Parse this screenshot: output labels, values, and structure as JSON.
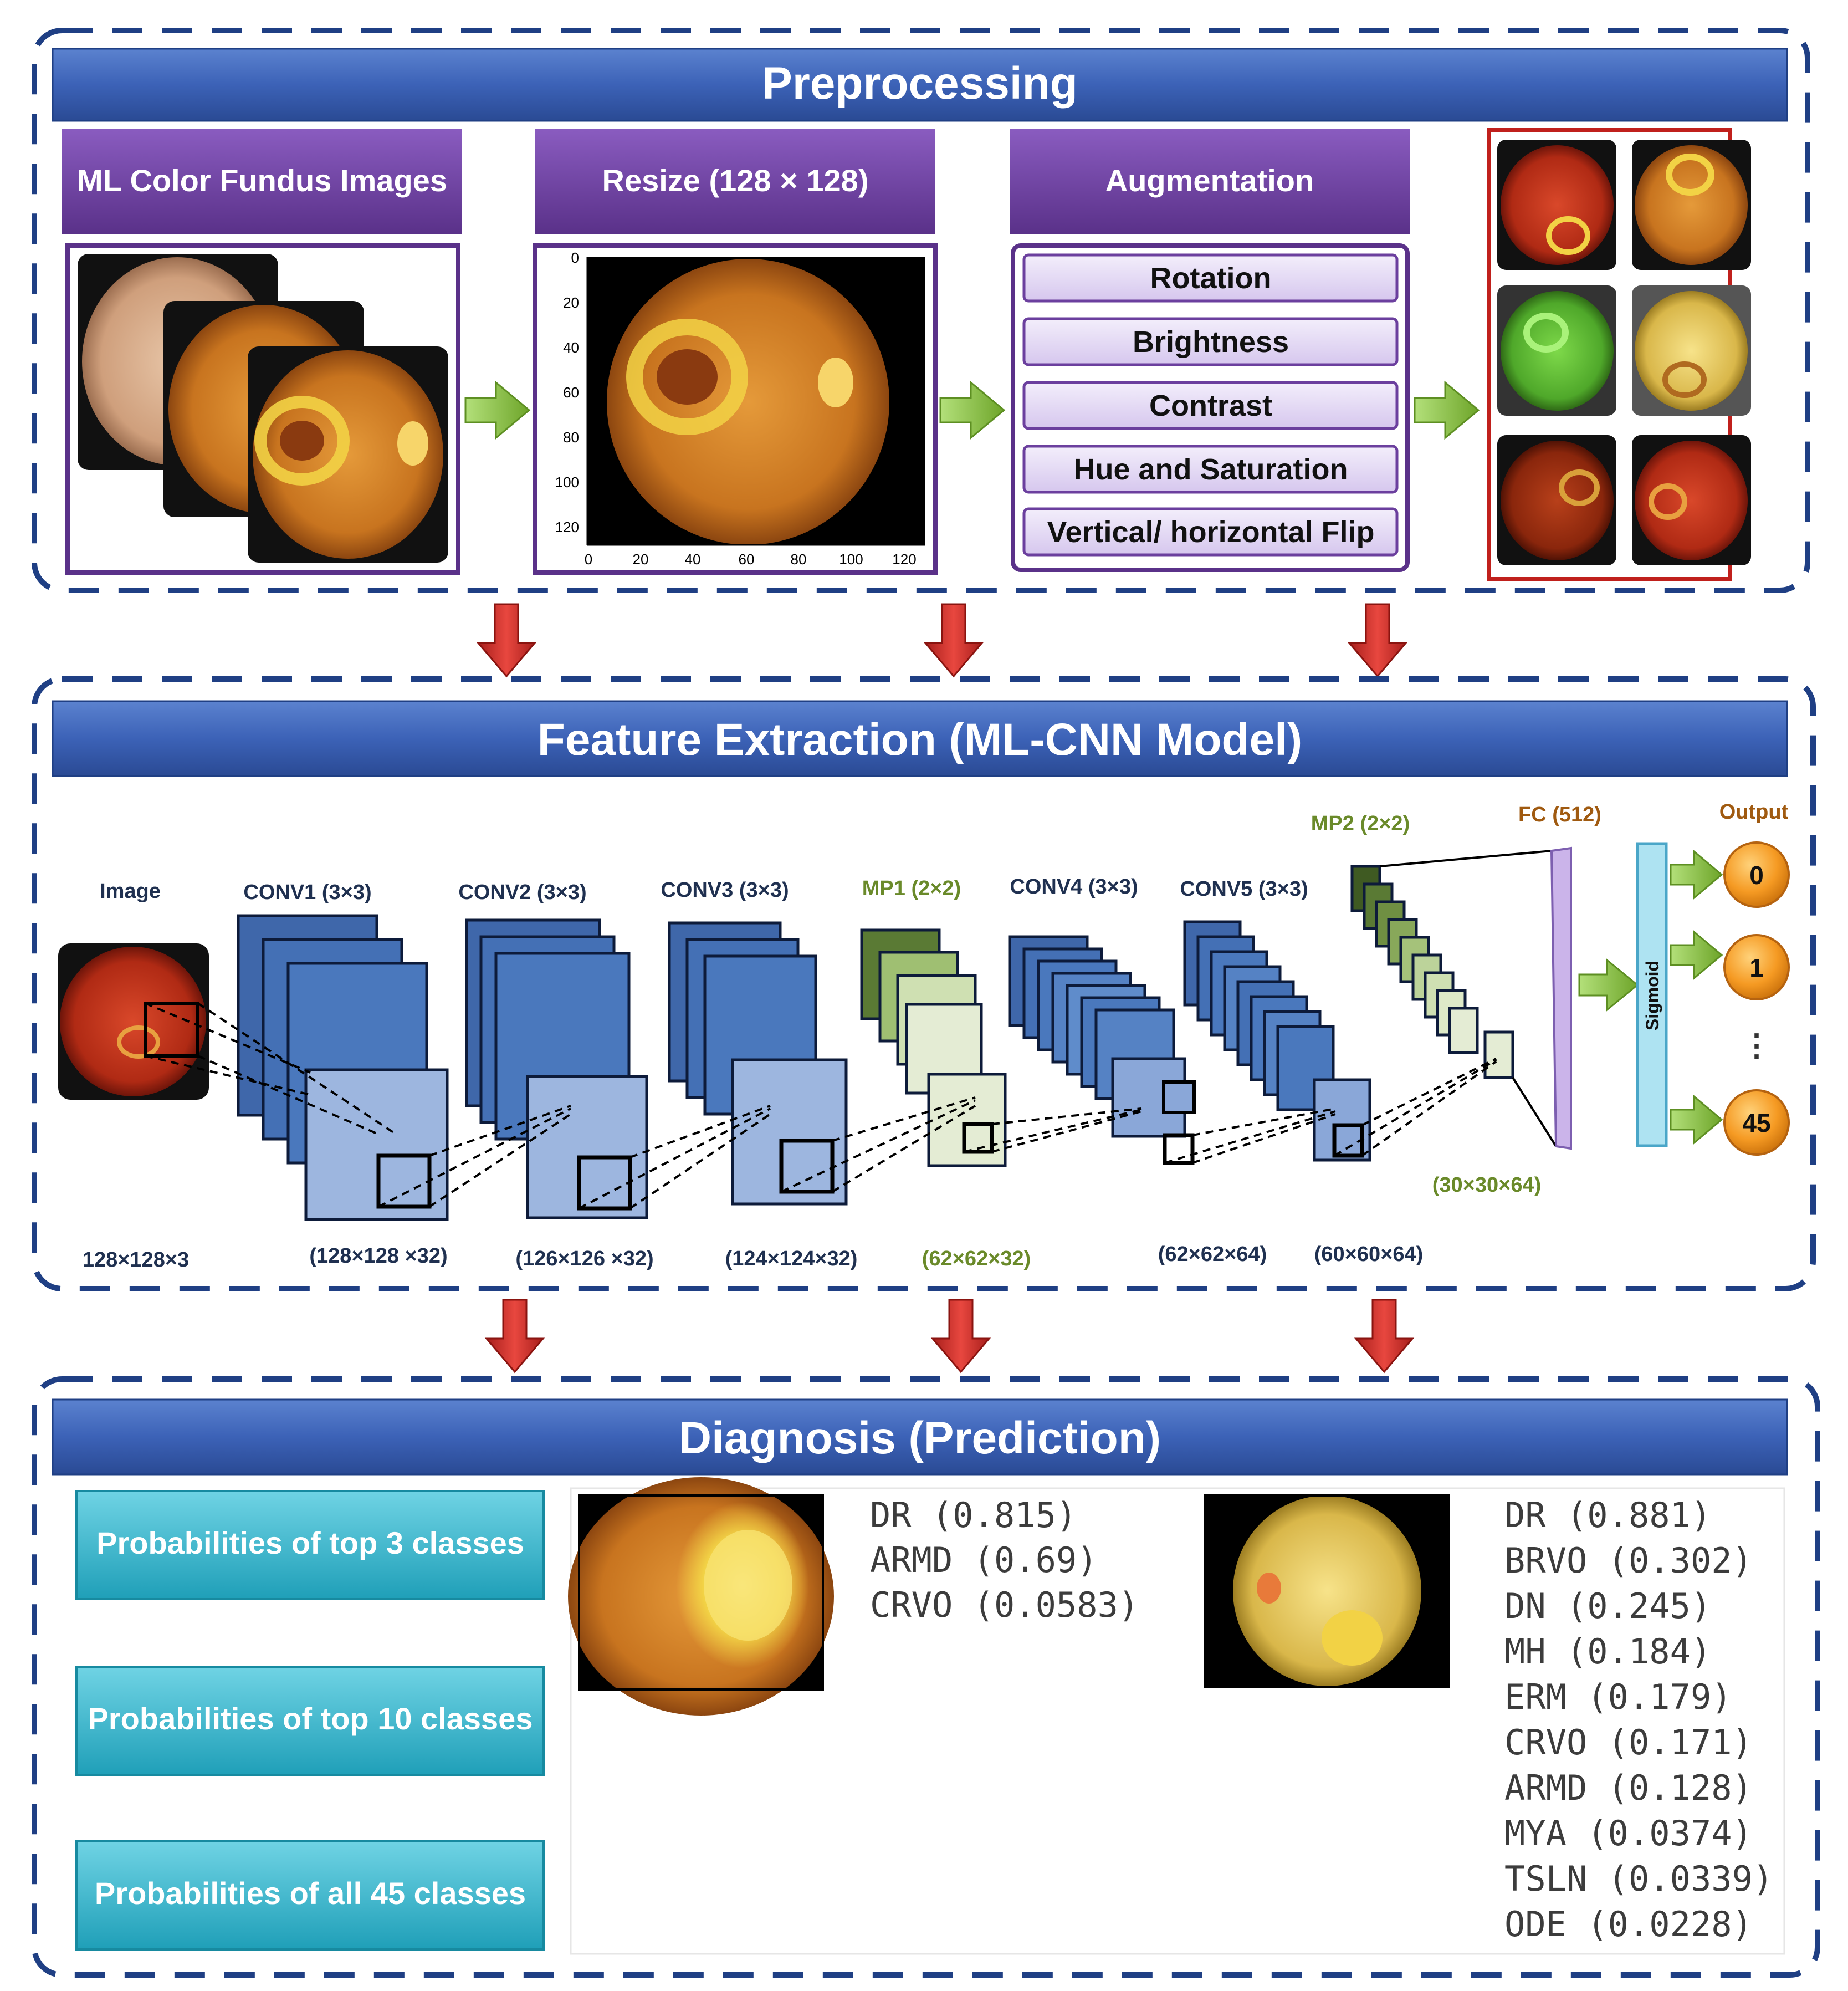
{
  "colors": {
    "banner": "#3c62b7",
    "banner_dark": "#2a4a94",
    "purple": "#6b3f9e",
    "lavender": "#e6dcf5",
    "teal": "#33b8cf",
    "dash": "#1f3f84",
    "arrow_green": "#8cc63f",
    "arrow_red": "#d9302b",
    "conv_blue": "#4a73b5",
    "conv_light": "#9db6df",
    "mp_green": "#5a7a34",
    "mp_light": "#e4ecd4",
    "output_orange": "#f59a23"
  },
  "sections": {
    "preprocessing": "Preprocessing",
    "feature": "Feature Extraction (ML-CNN Model)",
    "diagnosis": "Diagnosis (Prediction)"
  },
  "preprocessing": {
    "input_label": "ML Color Fundus  Images",
    "resize_label": "Resize (128 × 128)",
    "augmentation_label": "Augmentation",
    "augmentations": [
      "Rotation",
      "Brightness",
      "Contrast",
      "Hue and Saturation",
      "Vertical/ horizontal Flip"
    ],
    "axis_ticks": [
      "0",
      "20",
      "40",
      "60",
      "80",
      "100",
      "120"
    ]
  },
  "cnn": {
    "layers": {
      "image": "Image",
      "conv1": "CONV1 (3×3)",
      "conv2": "CONV2 (3×3)",
      "conv3": "CONV3 (3×3)",
      "mp1": "MP1 (2×2)",
      "conv4": "CONV4 (3×3)",
      "conv5": "CONV5 (3×3)",
      "mp2": "MP2 (2×2)",
      "fc": "FC (512)",
      "output": "Output",
      "sigmoid": "Sigmoid"
    },
    "dims": {
      "image": "128×128×3",
      "conv1": "(128×128 ×32)",
      "conv2": "(126×126 ×32)",
      "conv3": "(124×124×32)",
      "mp1": "(62×62×32)",
      "conv4": "(62×62×64)",
      "conv5": "(60×60×64)",
      "mp2": "(30×30×64)"
    },
    "outputs": [
      "0",
      "1",
      "45"
    ],
    "ellipsis": "⋮"
  },
  "diagnosis": {
    "buttons": [
      "Probabilities of top 3 classes",
      "Probabilities of top 10 classes",
      "Probabilities of all 45 classes"
    ],
    "top3": [
      "DR (0.815)",
      "ARMD (0.69)",
      "CRVO (0.0583)"
    ],
    "top10": [
      "DR (0.881)",
      "BRVO (0.302)",
      "DN (0.245)",
      "MH (0.184)",
      "ERM (0.179)",
      "CRVO (0.171)",
      "ARMD (0.128)",
      "MYA (0.0374)",
      "TSLN (0.0339)",
      "ODE (0.0228)"
    ]
  }
}
